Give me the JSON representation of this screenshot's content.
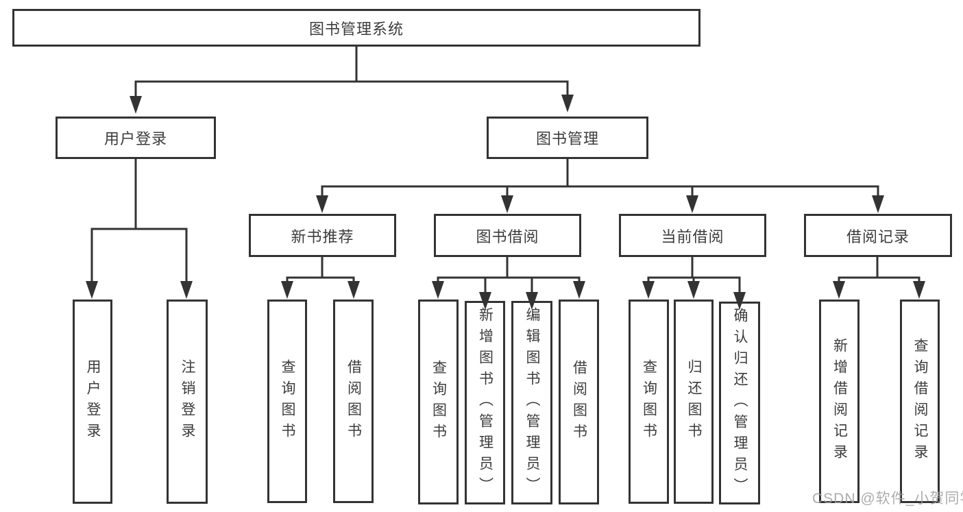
{
  "diagram": {
    "type": "tree",
    "root": {
      "label": "图书管理系统"
    },
    "branches": [
      {
        "label": "用户登录",
        "children": [
          {
            "label": "用户登录"
          },
          {
            "label": "注销登录"
          }
        ]
      },
      {
        "label": "图书管理",
        "children": [
          {
            "label": "新书推荐",
            "children": [
              {
                "label": "查询图书"
              },
              {
                "label": "借阅图书"
              }
            ]
          },
          {
            "label": "图书借阅",
            "children": [
              {
                "label": "查询图书"
              },
              {
                "label": "新增图书（管理员）"
              },
              {
                "label": "编辑图书（管理员）"
              },
              {
                "label": "借阅图书"
              }
            ]
          },
          {
            "label": "当前借阅",
            "children": [
              {
                "label": "查询图书"
              },
              {
                "label": "归还图书"
              },
              {
                "label": "确认归还（管理员）"
              }
            ]
          },
          {
            "label": "借阅记录",
            "children": [
              {
                "label": "新增借阅记录"
              },
              {
                "label": "查询借阅记录"
              }
            ]
          }
        ]
      }
    ],
    "watermark": "CSDN @软件_小贺同学",
    "colors": {
      "line": "#333333",
      "text": "#3c3c3c",
      "watermark": "#9e9e9e",
      "background": "#ffffff"
    }
  }
}
